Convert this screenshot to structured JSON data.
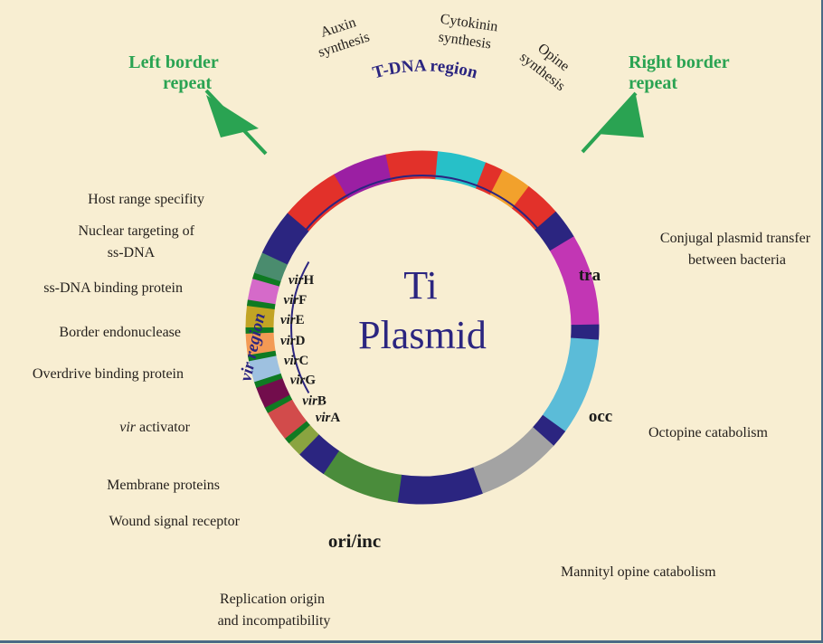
{
  "title": {
    "line1": "Ti",
    "line2": "Plasmid"
  },
  "border_repeats": {
    "left": {
      "line1": "Left border",
      "line2": "repeat"
    },
    "right": {
      "line1": "Right border",
      "line2": "repeat"
    },
    "color": "#2aa352"
  },
  "regions": {
    "tdna": {
      "label": "T-DNA region",
      "start_deg": -52,
      "end_deg": 52
    },
    "vir": {
      "label": "vir region",
      "start_deg": -120,
      "end_deg": -60
    },
    "color": "#2b2580"
  },
  "segments": [
    {
      "name": "tdna-left-red",
      "start_deg": -50,
      "end_deg": -30,
      "color": "#e2312a"
    },
    {
      "name": "auxin",
      "start_deg": -30,
      "end_deg": -12,
      "color": "#9b1fa3"
    },
    {
      "name": "tdna-red-2",
      "start_deg": -12,
      "end_deg": 5,
      "color": "#e2312a"
    },
    {
      "name": "cytokinin",
      "start_deg": 5,
      "end_deg": 21,
      "color": "#27c0c8"
    },
    {
      "name": "tdna-red-3",
      "start_deg": 21,
      "end_deg": 27,
      "color": "#e2312a"
    },
    {
      "name": "opine",
      "start_deg": 27,
      "end_deg": 37,
      "color": "#f2a12c"
    },
    {
      "name": "tdna-right-red",
      "start_deg": 37,
      "end_deg": 49,
      "color": "#e2312a"
    },
    {
      "name": "spacer-right",
      "start_deg": 49,
      "end_deg": 59,
      "color": "#2b2580"
    },
    {
      "name": "tra",
      "start_deg": 59,
      "end_deg": 89,
      "color": "#c236b4"
    },
    {
      "name": "spacer-tra-occ",
      "start_deg": 89,
      "end_deg": 94,
      "color": "#2b2580"
    },
    {
      "name": "occ",
      "start_deg": 94,
      "end_deg": 126,
      "color": "#5bbcd8"
    },
    {
      "name": "spacer-occ-mannityl",
      "start_deg": 126,
      "end_deg": 132,
      "color": "#2b2580"
    },
    {
      "name": "mannityl",
      "start_deg": 132,
      "end_deg": 160,
      "color": "#a3a3a3"
    },
    {
      "name": "spacer-bottom",
      "start_deg": 160,
      "end_deg": 188,
      "color": "#2b2580"
    },
    {
      "name": "ori-inc",
      "start_deg": 188,
      "end_deg": 214,
      "color": "#4a8c3b"
    },
    {
      "name": "spacer-ori-vir",
      "start_deg": 214,
      "end_deg": 224,
      "color": "#2b2580"
    },
    {
      "name": "virA",
      "start_deg": 224,
      "end_deg": 229,
      "color": "#8aa440"
    },
    {
      "name": "green-sep-1",
      "start_deg": 229,
      "end_deg": 231,
      "color": "#0f7a22"
    },
    {
      "name": "virB",
      "start_deg": 231,
      "end_deg": 241,
      "color": "#d24b4b"
    },
    {
      "name": "green-sep-2",
      "start_deg": 241,
      "end_deg": 243,
      "color": "#0f7a22"
    },
    {
      "name": "virG",
      "start_deg": 243,
      "end_deg": 250,
      "color": "#720d4c"
    },
    {
      "name": "green-sep-3",
      "start_deg": 250,
      "end_deg": 252,
      "color": "#0f7a22"
    },
    {
      "name": "virC",
      "start_deg": 252,
      "end_deg": 259,
      "color": "#9ec1e0"
    },
    {
      "name": "green-sep-4",
      "start_deg": 259,
      "end_deg": 261,
      "color": "#0f7a22"
    },
    {
      "name": "virD",
      "start_deg": 261,
      "end_deg": 268,
      "color": "#f39a54"
    },
    {
      "name": "green-sep-5",
      "start_deg": 268,
      "end_deg": 270,
      "color": "#0f7a22"
    },
    {
      "name": "virE",
      "start_deg": 270,
      "end_deg": 277,
      "color": "#c2a424"
    },
    {
      "name": "green-sep-6",
      "start_deg": 277,
      "end_deg": 279,
      "color": "#0f7a22"
    },
    {
      "name": "virF",
      "start_deg": 279,
      "end_deg": 286,
      "color": "#d56ac9"
    },
    {
      "name": "green-sep-7",
      "start_deg": 286,
      "end_deg": 288,
      "color": "#0f7a22"
    },
    {
      "name": "virH",
      "start_deg": 288,
      "end_deg": 295,
      "color": "#4a8c6e"
    },
    {
      "name": "spacer-left",
      "start_deg": 295,
      "end_deg": 310,
      "color": "#2b2580"
    }
  ],
  "top_labels": {
    "auxin": {
      "line1": "Auxin",
      "line2": "synthesis"
    },
    "cytokinin": {
      "line1": "Cytokinin",
      "line2": "synthesis"
    },
    "opine": {
      "line1": "Opine",
      "line2": "synthesis"
    }
  },
  "left_labels": {
    "host_range": "Host range specifity",
    "nuclear_targeting": {
      "line1": "Nuclear targeting of",
      "line2": "ss-DNA"
    },
    "ssdna_binding": "ss-DNA binding protein",
    "border_endonuclease": "Border endonuclease",
    "overdrive": "Overdrive binding protein",
    "vir_activator": {
      "italic": "vir",
      "rest": " activator"
    },
    "membrane": "Membrane proteins",
    "wound": "Wound signal receptor"
  },
  "vir_genes": [
    {
      "id": "virH",
      "prefix": "vir",
      "suffix": "H"
    },
    {
      "id": "virF",
      "prefix": "vir",
      "suffix": "F"
    },
    {
      "id": "virE",
      "prefix": "vir",
      "suffix": "E"
    },
    {
      "id": "virD",
      "prefix": "vir",
      "suffix": "D"
    },
    {
      "id": "virC",
      "prefix": "vir",
      "suffix": "C"
    },
    {
      "id": "virG",
      "prefix": "vir",
      "suffix": "G"
    },
    {
      "id": "virB",
      "prefix": "vir",
      "suffix": "B"
    },
    {
      "id": "virA",
      "prefix": "vir",
      "suffix": "A"
    }
  ],
  "right_labels": {
    "tra_gene": "tra",
    "conjugal": {
      "line1": "Conjugal plasmid transfer",
      "line2": "between bacteria"
    },
    "occ_gene": "occ",
    "octopine": "Octopine catabolism",
    "mannityl": "Mannityl opine catabolism"
  },
  "bottom_labels": {
    "ori_gene": "ori/inc",
    "replication": {
      "line1": "Replication origin",
      "line2": "and incompatibility"
    }
  }
}
